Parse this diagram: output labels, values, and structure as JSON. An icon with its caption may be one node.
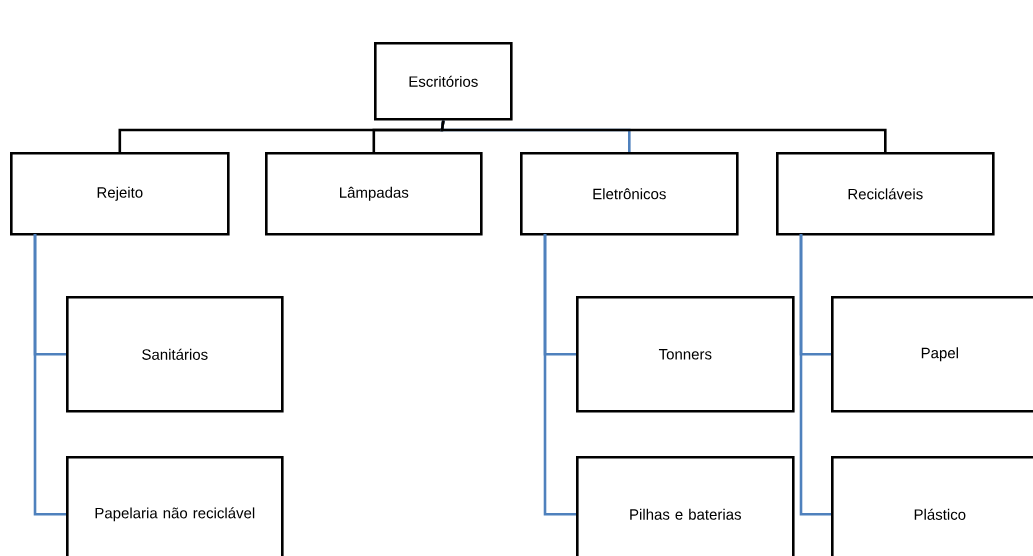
{
  "diagram": {
    "nodes": [
      {
        "text": [
          "Escritórios"
        ]
      },
      {
        "text": [
          "Rejeito"
        ]
      },
      {
        "text": [
          "Lâmpadas"
        ]
      },
      {
        "text": [
          "Eletrônicos"
        ]
      },
      {
        "text": [
          "Recicláveis"
        ]
      },
      {
        "text": [
          "Sanitários"
        ]
      },
      {
        "text": [
          "Papelaria não reciclável"
        ]
      },
      {
        "text": [
          "Tonners"
        ]
      },
      {
        "text": [
          "Pilhas e baterias"
        ]
      },
      {
        "text": [
          "Papel"
        ]
      },
      {
        "text": [
          "Plástico"
        ]
      }
    ],
    "edges": [
      {
        "from": 0,
        "to": 1,
        "arrow": "none",
        "color": "#000000"
      },
      {
        "from": 0,
        "to": 2,
        "arrow": "none",
        "color": "#000000"
      },
      {
        "from": 0,
        "to": 3,
        "arrow": "none"
      },
      {
        "from": 0,
        "to": 4,
        "arrow": "none",
        "color": "#000000"
      },
      {
        "from": 1,
        "to": 5,
        "arrow": "none"
      },
      {
        "from": 1,
        "to": 6,
        "arrow": "none"
      },
      {
        "from": 3,
        "to": 7,
        "arrow": "none"
      },
      {
        "from": 3,
        "to": 8,
        "arrow": "none"
      },
      {
        "from": 4,
        "to": 9,
        "arrow": "none"
      },
      {
        "from": 4,
        "to": 10,
        "arrow": "none"
      }
    ]
  }
}
